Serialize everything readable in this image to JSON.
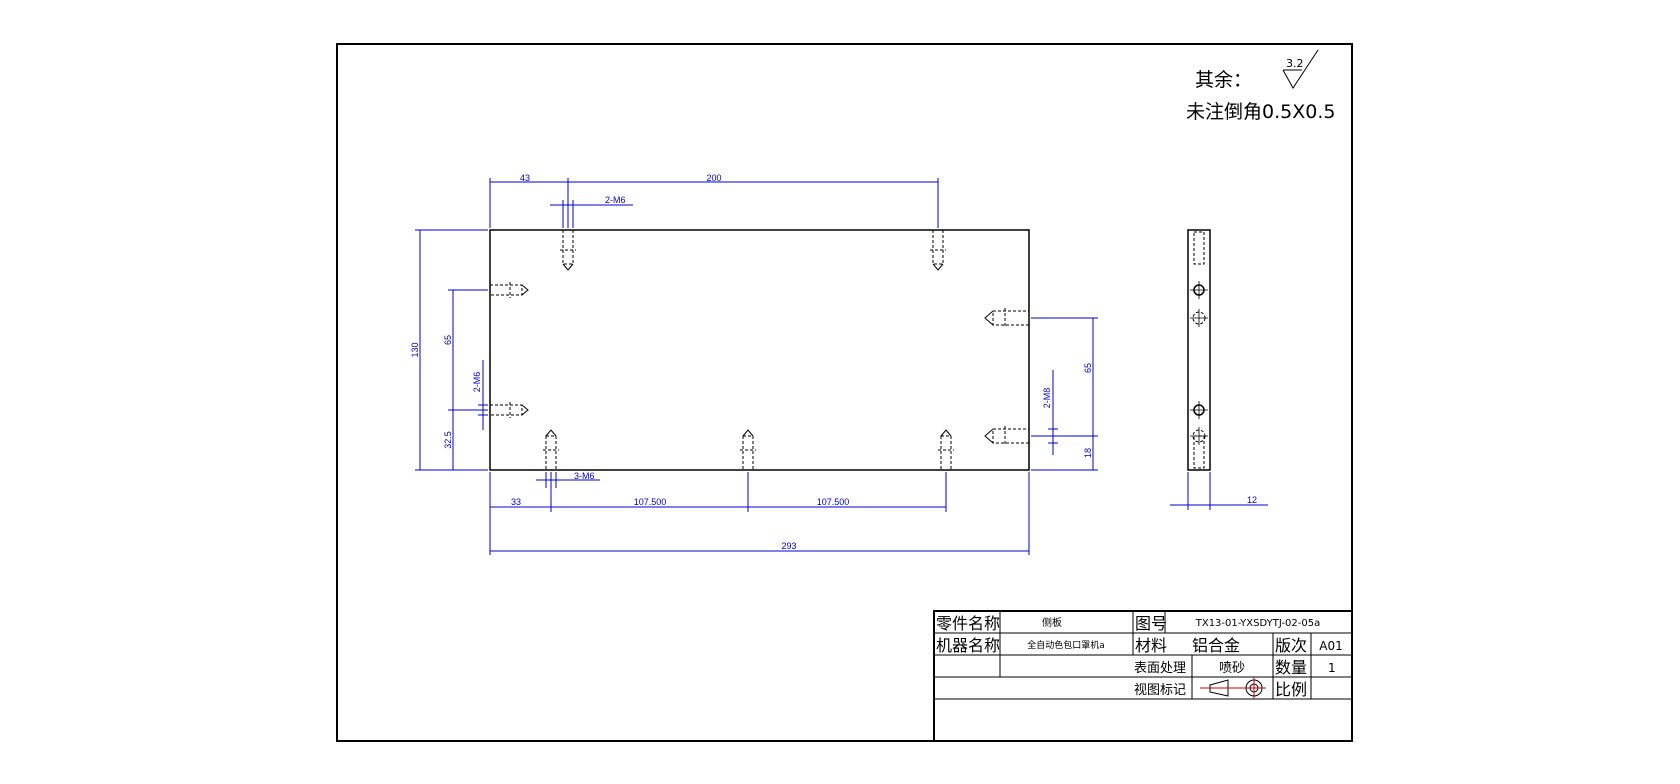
{
  "notes": {
    "roughness_prefix": "其余：",
    "roughness_value": "3.2",
    "chamfer": "未注倒角0.5X0.5"
  },
  "front_view": {
    "dims": {
      "top_left_offset": "43",
      "top_span": "200",
      "top_holes": "2-M6",
      "overall_height": "130",
      "left_hole_spacing": "65",
      "left_holes": "2-M6",
      "left_bottom_offset": "32.5",
      "right_hole_spacing": "65",
      "right_holes": "2-M8",
      "right_bottom_offset": "18",
      "bottom_holes": "3-M6",
      "bottom_left_offset": "33",
      "bottom_span_1": "107.500",
      "bottom_span_2": "107.500",
      "overall_width": "293"
    }
  },
  "side_view": {
    "thickness": "12"
  },
  "title_block": {
    "part_name_label": "零件名称",
    "part_name": "侧板",
    "drawing_no_label": "图号",
    "drawing_no": "TX13-01-YXSDYTJ-02-05a",
    "machine_name_label": "机器名称",
    "machine_name": "全自动色包口罩机a",
    "material_label": "材料",
    "material": "铝合金",
    "revision_label": "版次",
    "revision": "A01",
    "surface_label": "表面处理",
    "surface": "喷砂",
    "quantity_label": "数量",
    "quantity": "1",
    "view_mark_label": "视图标记",
    "scale_label": "比例",
    "scale": ""
  }
}
